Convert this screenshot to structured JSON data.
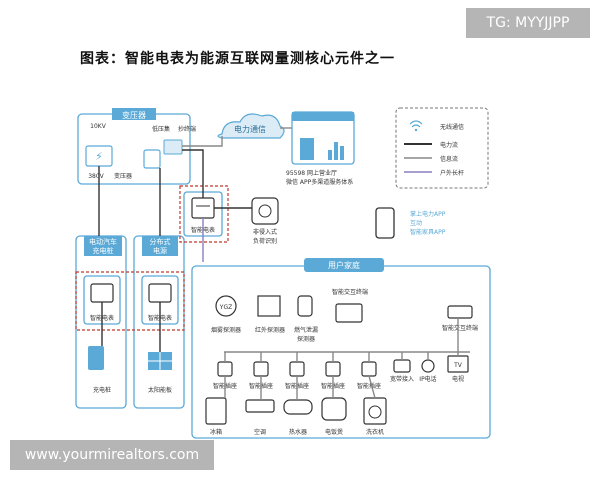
{
  "title": "图表：智能电表为能源互联网量测核心元件之一",
  "watermark_top": "TG: MYYJJPP",
  "watermark_bottom": "www.yourmirealtors.com",
  "colors": {
    "box": "#5aa9d6",
    "dark_line": "#333333",
    "gray_line": "#888888",
    "purple_line": "#8a7fc0",
    "red_dash": "#c0392b"
  },
  "labels": {
    "transformer": "变压器",
    "v10kv": "10KV",
    "v380": "380V",
    "transformer_station": "变压器",
    "low_voltage_meter_reading": "低压集",
    "concentrator": "抄终端",
    "power_comm": "电力通信",
    "service_hall_1": "95598 网上营业厅",
    "service_hall_2": "微信 APP多渠道服务体系",
    "ev_area_1": "电动汽车",
    "ev_area_2": "充电桩",
    "dist_area_1": "分布式",
    "dist_area_2": "电源",
    "smart_meter": "智能电表",
    "non_intrusive_1": "非侵入式",
    "non_intrusive_2": "负荷识别",
    "charger": "充电桩",
    "solar": "太阳能板",
    "mobile_1": "掌上电力APP",
    "mobile_2": "互动",
    "mobile_3": "智能家具APP",
    "user_home": "用户家庭",
    "smart_interact": "智能交互终端",
    "smoke_detector": "烟雾探测器",
    "infrared_detector": "红外探测器",
    "gas_detector_1": "燃气泄漏",
    "gas_detector_2": "探测器",
    "smart_interaction": "智能交互终端",
    "smart_socket": "智能插座",
    "broadband": "宽带接入",
    "ip_phone": "IP电话",
    "tv": "电视",
    "fridge": "冰箱",
    "ac": "空调",
    "water_heater": "热水器",
    "rice_cooker": "电饭煲",
    "washer": "洗衣机",
    "ygz": "YGZ",
    "tv_icon": "TV"
  },
  "legend": [
    {
      "label": "无线通信",
      "kind": "wireless"
    },
    {
      "label": "电力流",
      "kind": "dark"
    },
    {
      "label": "信息流",
      "kind": "gray"
    },
    {
      "label": "户外长杆",
      "kind": "purple"
    }
  ]
}
